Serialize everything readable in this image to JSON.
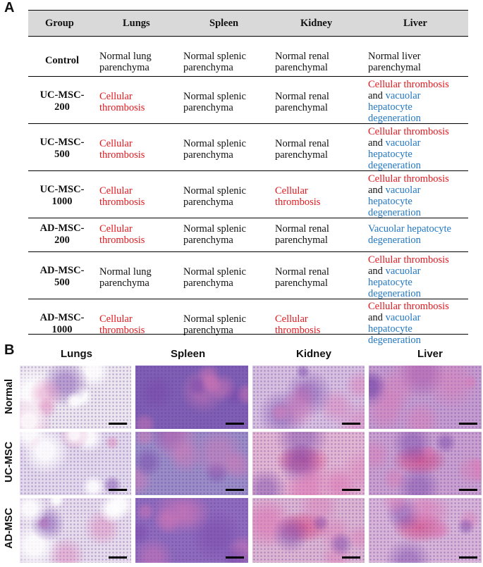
{
  "panel_a_label": "A",
  "panel_b_label": "B",
  "table": {
    "headers": [
      "Group",
      "Lungs",
      "Spleen",
      "Kidney",
      "Liver"
    ],
    "rows": [
      {
        "group": [
          "Control"
        ],
        "cells": [
          [
            [
              "Normal lung"
            ],
            [
              "parenchyma"
            ]
          ],
          [
            [
              "Normal splenic"
            ],
            [
              "parenchyma"
            ]
          ],
          [
            [
              "Normal renal"
            ],
            [
              "parenchymal"
            ]
          ],
          [
            [
              "Normal liver"
            ],
            [
              "parenchymal"
            ]
          ]
        ]
      },
      {
        "group": [
          "UC-MSC-",
          "200"
        ]
      },
      {
        "group": [
          "UC-MSC-",
          "500"
        ]
      },
      {
        "group": [
          "UC-MSC-",
          "1000"
        ]
      },
      {
        "group": [
          "AD-MSC-",
          "200"
        ]
      },
      {
        "group": [
          "AD-MSC-",
          "500"
        ]
      },
      {
        "group": [
          "AD-MSC-",
          "1000"
        ]
      }
    ],
    "text": {
      "cellular": "Cellular",
      "thrombosis": "thrombosis",
      "cellular_thrombosis": "Cellular thrombosis",
      "and": "and",
      "vacuolar": "vacuolar",
      "hepatocyte": "hepatocyte",
      "degeneration": "degeneration",
      "vacuolar_hepatocyte": "Vacuolar hepatocyte",
      "normal_lung": "Normal lung",
      "normal_splenic": "Normal splenic",
      "normal_renal": "Normal renal",
      "parenchyma": "parenchyma",
      "parenchymal": "parenchymal"
    }
  },
  "micrographs": {
    "columns": [
      "Lungs",
      "Spleen",
      "Kidney",
      "Liver"
    ],
    "rows": [
      "Normal",
      "UC-MSC",
      "AD-MSC"
    ]
  },
  "colors": {
    "header_bg": "#d9d9d9",
    "finding_red": "#e0191f",
    "finding_blue": "#2277c4",
    "he_pink": "#e8b9d6",
    "he_purple": "#8a6bb8"
  }
}
